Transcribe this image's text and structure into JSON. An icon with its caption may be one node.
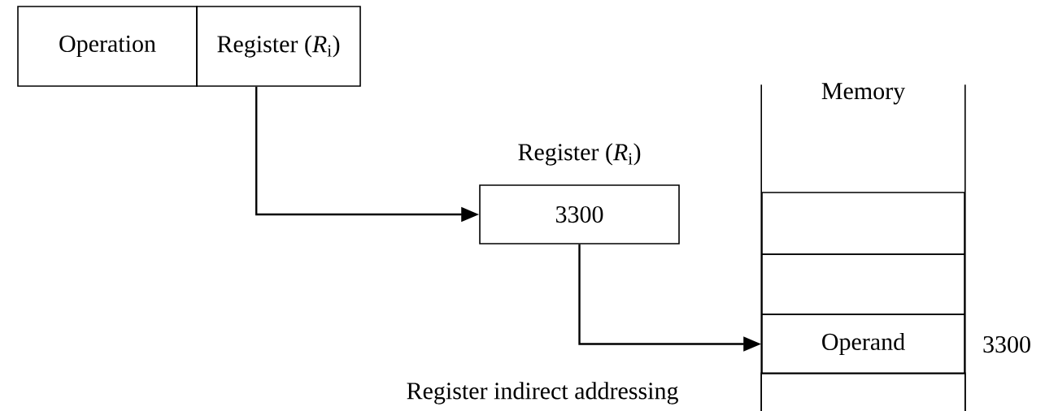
{
  "diagram": {
    "nodes": [
      {
        "text": [
          "Operation"
        ]
      },
      {
        "text": [
          "Register (*R*$_{i}$)"
        ]
      },
      {
        "text": [
          "3300"
        ],
        "beside": [
          "Register (*R*$_{i}$)"
        ]
      },
      {
        "text": [
          "Memory"
        ]
      },
      {
        "text": [],
        "shape": "box",
        "in": 3
      },
      {
        "text": [],
        "shape": "box",
        "in": 3
      },
      {
        "text": [
          "Operand"
        ],
        "in": 3,
        "beside": [
          "3300"
        ]
      },
      {
        "text": [],
        "shape": "box",
        "in": 3
      }
    ],
    "edges": [
      {
        "from": 1,
        "to": 2,
        "arrow": "to"
      },
      {
        "from": 2,
        "to": 6,
        "arrow": "to"
      }
    ],
    "labels": [
      "Register indirect addressing"
    ]
  }
}
